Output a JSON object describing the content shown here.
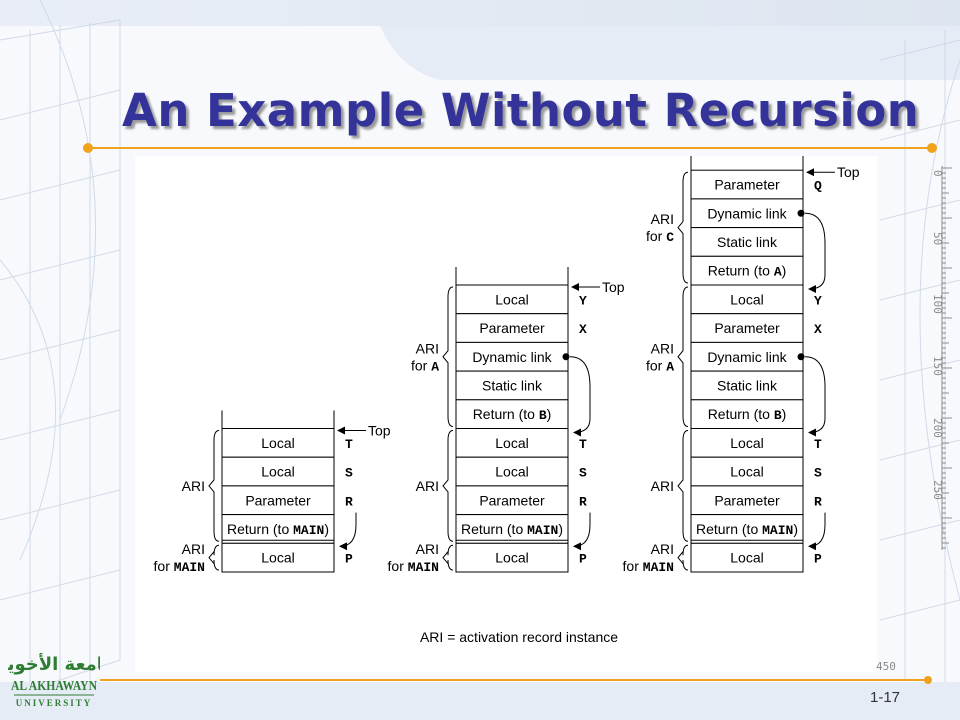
{
  "slide": {
    "title": "An Example Without Recursion",
    "number": "1-17"
  },
  "diagram": {
    "caption": "ARI = activation record instance",
    "top_label": "Top",
    "stacks": [
      {
        "records": [
          {
            "label": [
              "ARI"
            ],
            "cells": [
              {
                "text": "Local",
                "side": "T"
              },
              {
                "text": "Local",
                "side": "S"
              },
              {
                "text": "Parameter",
                "side": "R"
              },
              {
                "text": "Return (to MAIN)",
                "side": ""
              }
            ]
          },
          {
            "label": [
              "ARI",
              "for MAIN"
            ],
            "cells": [
              {
                "text": "Local",
                "side": "P"
              }
            ]
          }
        ]
      },
      {
        "records": [
          {
            "label": [
              "ARI",
              "for A"
            ],
            "cells": [
              {
                "text": "Local",
                "side": "Y"
              },
              {
                "text": "Parameter",
                "side": "X"
              },
              {
                "text": "Dynamic link",
                "side": ""
              },
              {
                "text": "Static link",
                "side": ""
              },
              {
                "text": "Return (to B)",
                "side": ""
              }
            ]
          },
          {
            "label": [
              "ARI"
            ],
            "cells": [
              {
                "text": "Local",
                "side": "T"
              },
              {
                "text": "Local",
                "side": "S"
              },
              {
                "text": "Parameter",
                "side": "R"
              },
              {
                "text": "Return (to MAIN)",
                "side": ""
              }
            ]
          },
          {
            "label": [
              "ARI",
              "for MAIN"
            ],
            "cells": [
              {
                "text": "Local",
                "side": "P"
              }
            ]
          }
        ]
      },
      {
        "records": [
          {
            "label": [
              "ARI",
              "for C"
            ],
            "cells": [
              {
                "text": "Parameter",
                "side": "Q"
              },
              {
                "text": "Dynamic link",
                "side": ""
              },
              {
                "text": "Static link",
                "side": ""
              },
              {
                "text": "Return (to A)",
                "side": ""
              }
            ]
          },
          {
            "label": [
              "ARI",
              "for A"
            ],
            "cells": [
              {
                "text": "Local",
                "side": "Y"
              },
              {
                "text": "Parameter",
                "side": "X"
              },
              {
                "text": "Dynamic link",
                "side": ""
              },
              {
                "text": "Static link",
                "side": ""
              },
              {
                "text": "Return (to B)",
                "side": ""
              }
            ]
          },
          {
            "label": [
              "ARI"
            ],
            "cells": [
              {
                "text": "Local",
                "side": "T"
              },
              {
                "text": "Local",
                "side": "S"
              },
              {
                "text": "Parameter",
                "side": "R"
              },
              {
                "text": "Return (to MAIN)",
                "side": ""
              }
            ]
          },
          {
            "label": [
              "ARI",
              "for MAIN"
            ],
            "cells": [
              {
                "text": "Local",
                "side": "P"
              }
            ]
          }
        ]
      }
    ]
  },
  "ruler": {
    "labels": [
      "0",
      "50",
      "100",
      "150",
      "200",
      "250"
    ],
    "bottom_label": "450"
  },
  "logo": {
    "arabic": "جامعة الأخوين",
    "line1": "AL AKHAWAYN",
    "line2": "UNIVERSITY"
  },
  "colors": {
    "title": "#333399",
    "accent_line": "#f0a21c",
    "logo_green": "#2e7d32"
  }
}
